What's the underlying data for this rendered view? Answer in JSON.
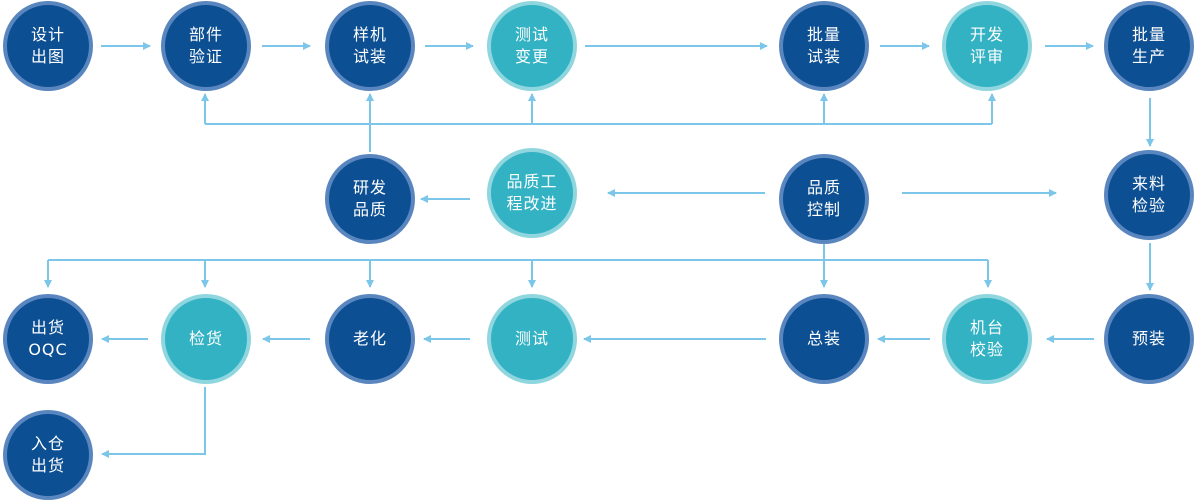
{
  "colors": {
    "primary_node": "#0d4f93",
    "primary_ring": "#5a86bf",
    "accent_node": "#33b2c4",
    "accent_ring": "#8fd6df",
    "arrow": "#7cc6ea"
  },
  "nodes": {
    "design_drawing": "设计\n出图",
    "part_verification": "部件\n验证",
    "prototype_trial": "样机\n试装",
    "test_change": "测试\n变更",
    "batch_trial": "批量\n试装",
    "development_review": "开发\n评审",
    "mass_production": "批量\n生产",
    "rd_quality": "研发\n品质",
    "quality_engineering_improvement": "品质工\n程改进",
    "quality_control": "品质\n控制",
    "incoming_inspection": "来料\n检验",
    "outgoing_oqc": "出货\nOQC",
    "goods_inspection": "检货",
    "aging": "老化",
    "testing": "测试",
    "final_assembly": "总装",
    "machine_calibration": "机台\n校验",
    "pre_assembly": "预装",
    "warehouse_shipping": "入仓\n出货"
  }
}
